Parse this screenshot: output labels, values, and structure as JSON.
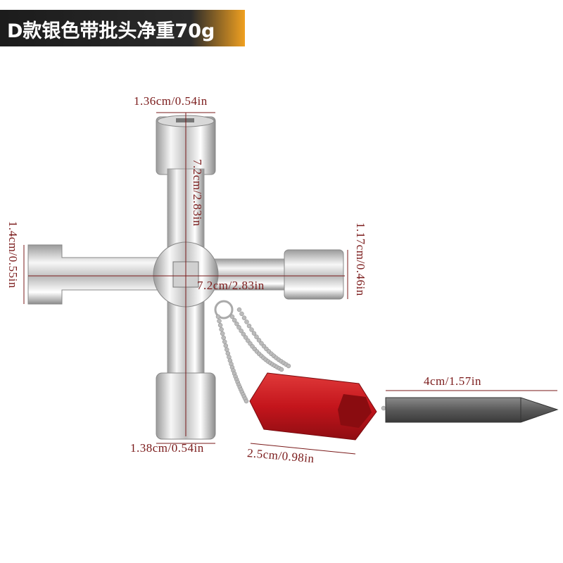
{
  "banner": {
    "text": "D款银色带批头净重70g",
    "bg_color": "#1f1f1f",
    "accent_color": "#f0a020"
  },
  "dimensions": {
    "top_width": "1.36cm/0.54in",
    "vertical_length": "7.2cm/2.83in",
    "horizontal_length": "7.2cm/2.83in",
    "left_height": "1.4cm/0.55in",
    "right_height": "1.17cm/0.46in",
    "bottom_width": "1.38cm/0.54in",
    "adapter_length": "2.5cm/0.98in",
    "bit_length": "4cm/1.57in"
  },
  "colors": {
    "dimension_text": "#7a1a1a",
    "metal_light": "#f4f4f4",
    "metal_dark": "#8a8a8a",
    "adapter_red": "#c4151c",
    "bit_gray": "#5a5a5a"
  }
}
